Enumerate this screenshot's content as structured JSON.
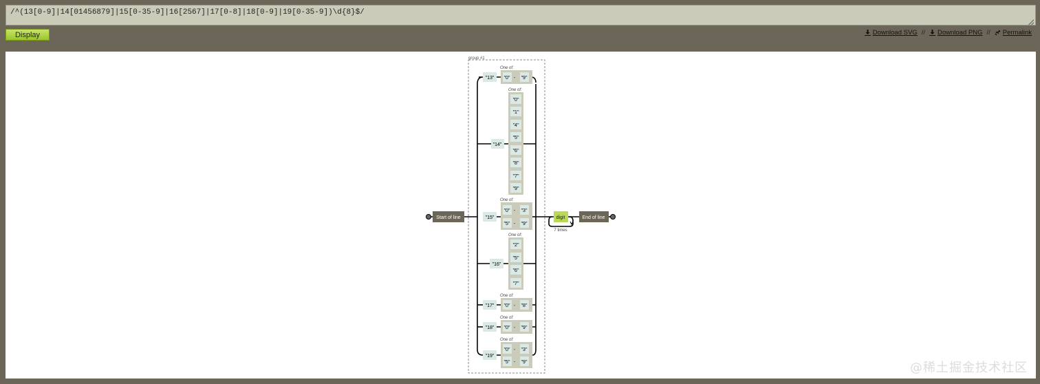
{
  "regex": "/^(13[0-9]|14[01456879]|15[0-35-9]|16[2567]|17[0-8]|18[0-9]|19[0-35-9])\\d{8}$/",
  "display_button": "Display",
  "links": {
    "download_svg": "Download SVG",
    "download_png": "Download PNG",
    "permalink": "Permalink",
    "separator": "//"
  },
  "diagram": {
    "start_label": "Start of line",
    "end_label": "End of line",
    "group_label": "group #1",
    "one_of_label": "One of:",
    "digit_label": "digit",
    "repeat_label": "7 times",
    "branch_13": {
      "prefix": "\"13\"",
      "range": [
        "\"0\"",
        "-",
        "\"9\""
      ]
    },
    "branch_14": {
      "prefix": "\"14\"",
      "chars": [
        "\"0\"",
        "\"1\"",
        "\"4\"",
        "\"5\"",
        "\"6\"",
        "\"8\"",
        "\"7\"",
        "\"9\""
      ]
    },
    "branch_15": {
      "prefix": "\"15\"",
      "range1": [
        "\"0\"",
        "-",
        "\"3\""
      ],
      "range2": [
        "\"5\"",
        "-",
        "\"9\""
      ]
    },
    "branch_16": {
      "prefix": "\"16\"",
      "chars": [
        "\"2\"",
        "\"5\"",
        "\"6\"",
        "\"7\""
      ]
    },
    "branch_17": {
      "prefix": "\"17\"",
      "range": [
        "\"0\"",
        "-",
        "\"8\""
      ]
    },
    "branch_18": {
      "prefix": "\"18\"",
      "range": [
        "\"0\"",
        "-",
        "\"9\""
      ]
    },
    "branch_19": {
      "prefix": "\"19\"",
      "range1": [
        "\"0\"",
        "-",
        "\"3\""
      ],
      "range2": [
        "\"5\"",
        "-",
        "\"9\""
      ]
    }
  },
  "watermark": "@稀土掘金技术社区"
}
